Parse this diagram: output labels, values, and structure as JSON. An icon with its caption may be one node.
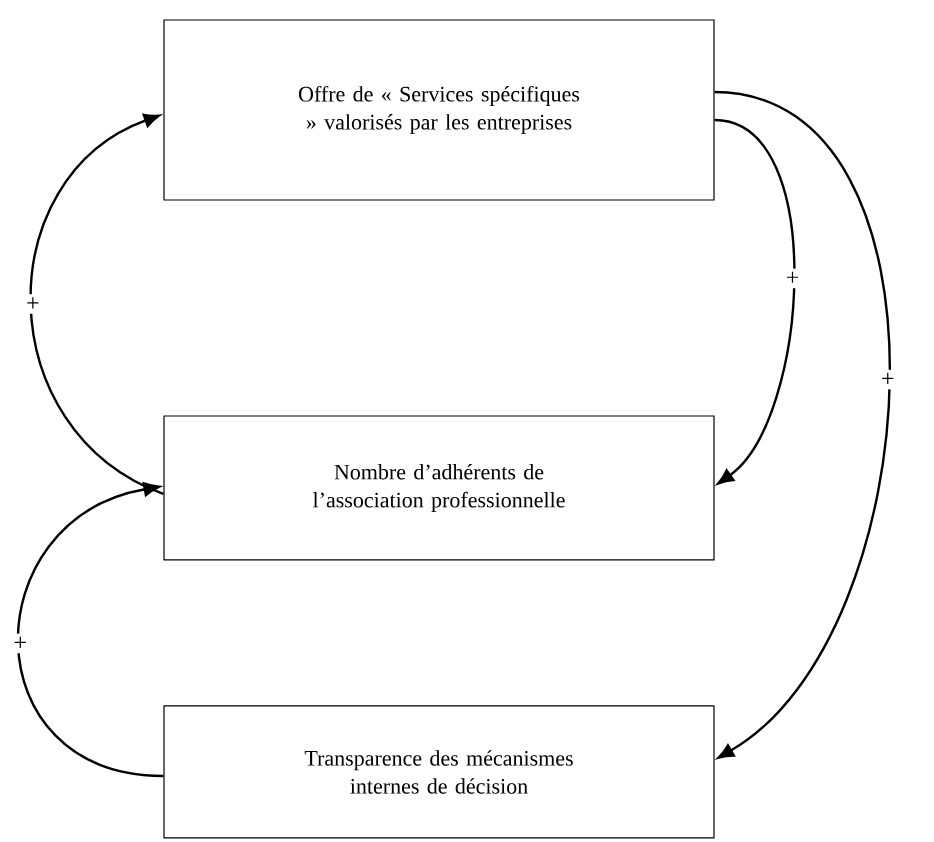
{
  "diagram": {
    "nodes": [
      {
        "text": [
          "Offre de « Services spécifiques » valorisés par les entreprises"
        ]
      },
      {
        "text": [
          "Nombre d’adhérents de l’association professionnelle"
        ]
      },
      {
        "text": [
          "Transparence des mécanismes internes de décision"
        ]
      }
    ],
    "edges": [
      {
        "from": 1,
        "to": 0,
        "arrow": "to",
        "label": "+"
      },
      {
        "from": 0,
        "to": 1,
        "arrow": "to",
        "label": "+"
      },
      {
        "from": 0,
        "to": 2,
        "arrow": "to",
        "label": "+"
      },
      {
        "from": 2,
        "to": 1,
        "arrow": "to",
        "label": "+"
      }
    ]
  }
}
